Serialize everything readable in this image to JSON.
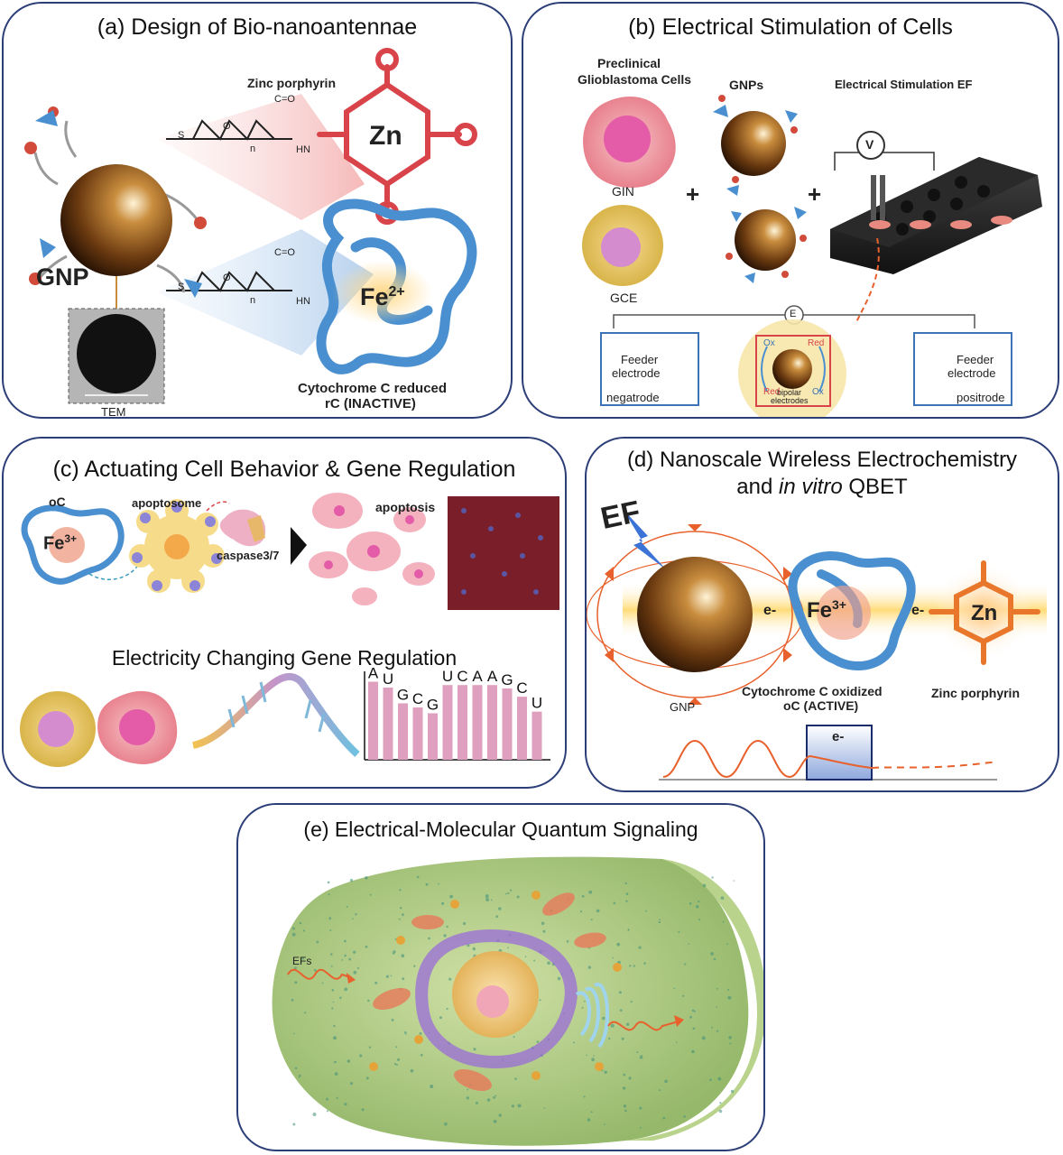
{
  "panels": {
    "a": {
      "title": "(a) Design of Bio-nanoantennae",
      "zinc_porphyrin": "Zinc porphyrin",
      "zn": "Zn",
      "gnp": "GNP",
      "fe": "Fe",
      "fe_charge": "2+",
      "cyto_line1": "Cytochrome C reduced",
      "cyto_line2": "rC (INACTIVE)",
      "tem": "TEM",
      "linker_s": "S",
      "linker_o": "O",
      "linker_n": "n",
      "linker_co": "C=O",
      "linker_hn": "HN"
    },
    "b": {
      "title": "(b) Electrical Stimulation of Cells",
      "cells_line1": "Preclinical",
      "cells_line2": "Glioblastoma Cells",
      "gnps": "GNPs",
      "ef": "Electrical Stimulation EF",
      "gin": "GIN",
      "gce": "GCE",
      "plus": "+",
      "v": "V",
      "e": "E",
      "feeder_left_line1": "Feeder",
      "feeder_left_line2": "electrode",
      "negatrode": "negatrode",
      "feeder_right_line1": "Feeder",
      "feeder_right_line2": "electrode",
      "positrode": "positrode",
      "ox": "Ox",
      "red": "Red",
      "bipolar_line1": "bipolar",
      "bipolar_line2": "electrodes"
    },
    "c": {
      "title": "(c) Actuating Cell Behavior & Gene Regulation",
      "oc": "oC",
      "fe": "Fe",
      "fe_charge": "3+",
      "apoptosome": "apoptosome",
      "caspase": "caspase3/7",
      "apoptosis": "apoptosis",
      "subtitle": "Electricity Changing Gene Regulation",
      "bases": [
        "A",
        "U",
        "G",
        "C",
        "G",
        "U",
        "C",
        "A",
        "A",
        "G",
        "C",
        "U"
      ]
    },
    "d": {
      "title_line1": "(d) Nanoscale Wireless Electrochemistry",
      "title_line2_pre": "and ",
      "title_line2_it": "in vitro",
      "title_line2_post": " QBET",
      "ef": "EF",
      "e_minus": "e-",
      "fe": "Fe",
      "fe_charge": "3+",
      "zn": "Zn",
      "gnp": "GNP",
      "cyto_line1": "Cytochrome C oxidized",
      "cyto_line2": "oC (ACTIVE)",
      "zinc_porphyrin": "Zinc porphyrin"
    },
    "e": {
      "title": "(e) Electrical-Molecular Quantum Signaling",
      "efs": "EFs"
    }
  },
  "chart_data": {
    "type": "bar",
    "categories": [
      "A",
      "U",
      "G",
      "C",
      "G",
      "U",
      "C",
      "A",
      "A",
      "G",
      "C",
      "U"
    ],
    "values": [
      9.4,
      8.7,
      6.8,
      6.3,
      5.6,
      9.0,
      9.0,
      9.0,
      9.0,
      8.6,
      7.6,
      5.8
    ],
    "title": "",
    "xlabel": "",
    "ylabel": "",
    "ylim": [
      0,
      10
    ]
  },
  "colors": {
    "border": "#2c3e78",
    "gold": "#9a5a1c",
    "porphyrin_red": "#d9444a",
    "protein_blue": "#4a90d0",
    "bar_pink": "#dfa0bf",
    "cell_green": "#a7c77a",
    "wave_orange": "#e8612c"
  }
}
